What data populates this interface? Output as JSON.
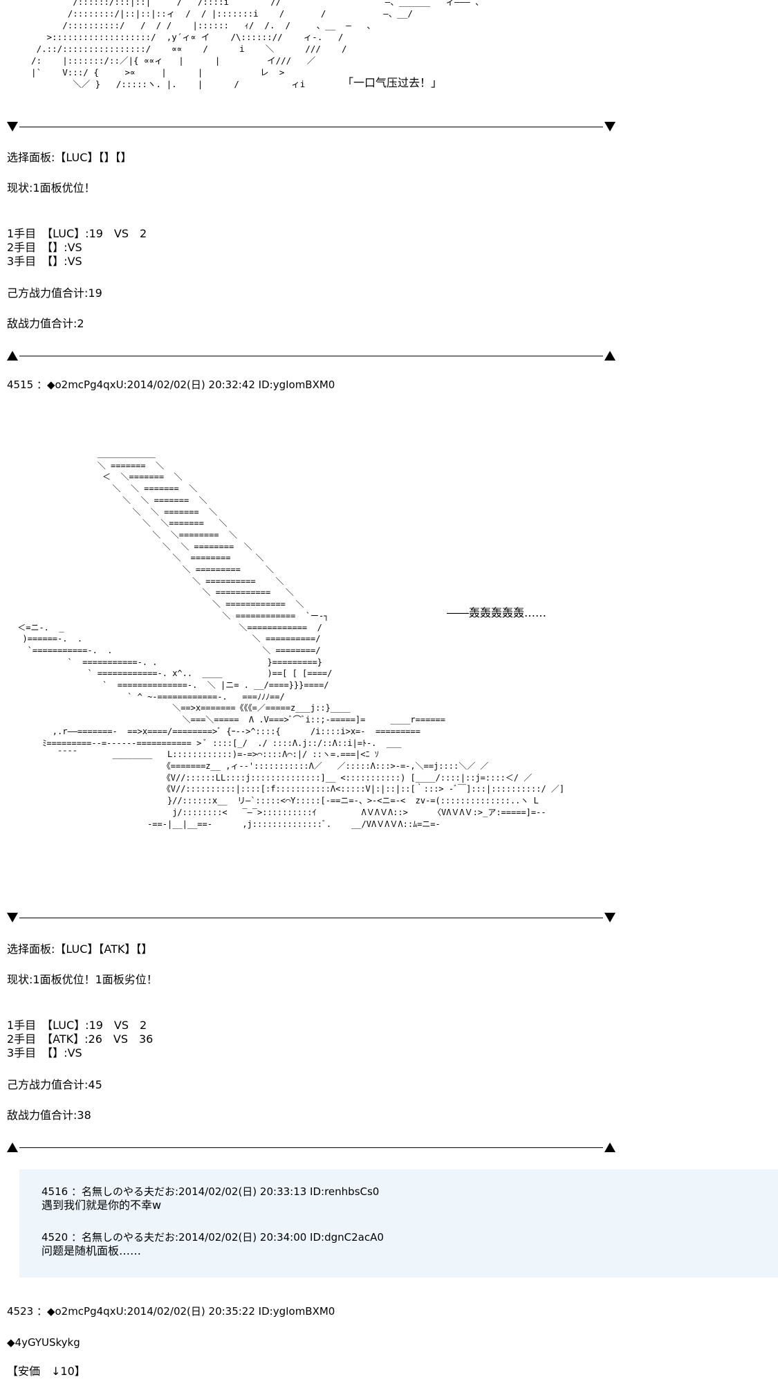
{
  "top_art_speech": "「一口气压过去！」",
  "block1": {
    "select": "选择面板:【LUC】【】【】",
    "status": "现状:1面板优位！",
    "hands": [
      "1手目　【LUC】:19　VS　2",
      "2手目　【】:VS",
      "3手目　【】:VS"
    ],
    "own_total": "己方战力值合计:19",
    "enemy_total": "敌战力值合计:2"
  },
  "post4515": {
    "header": "4515 ：◆o2mcPg4qxU:2014/02/02(日) 20:32:42 ID:ygIomBXM0"
  },
  "mid_art_speech": "――轰轰轰轰轰……",
  "block2": {
    "select": "选择面板:【LUC】【ATK】【】",
    "status": "现状:1面板优位！1面板劣位！",
    "hands": [
      "1手目　【LUC】:19　VS　2",
      "2手目　【ATK】:26　VS　36",
      "3手目　【】:VS"
    ],
    "own_total": "己方战力值合计:45",
    "enemy_total": "敌战力值合计:38"
  },
  "replies": [
    {
      "header": "4516 ：名無しのやる夫だお:2014/02/02(日) 20:33:13 ID:renhbsCs0",
      "body": "遇到我们就是你的不幸w"
    },
    {
      "header": "4520 ：名無しのやる夫だお:2014/02/02(日) 20:34:00 ID:dgnC2acA0",
      "body": "问题是随机面板……"
    }
  ],
  "post4523": {
    "header": "4523 ：◆o2mcPg4qxU:2014/02/02(日) 20:35:22 ID:ygIomBXM0",
    "trip": "◆4yGYUSkykg",
    "anka": "【安価　↓10】"
  },
  "colors": {
    "reply_bg": "#eef6fc",
    "text": "#000000"
  }
}
